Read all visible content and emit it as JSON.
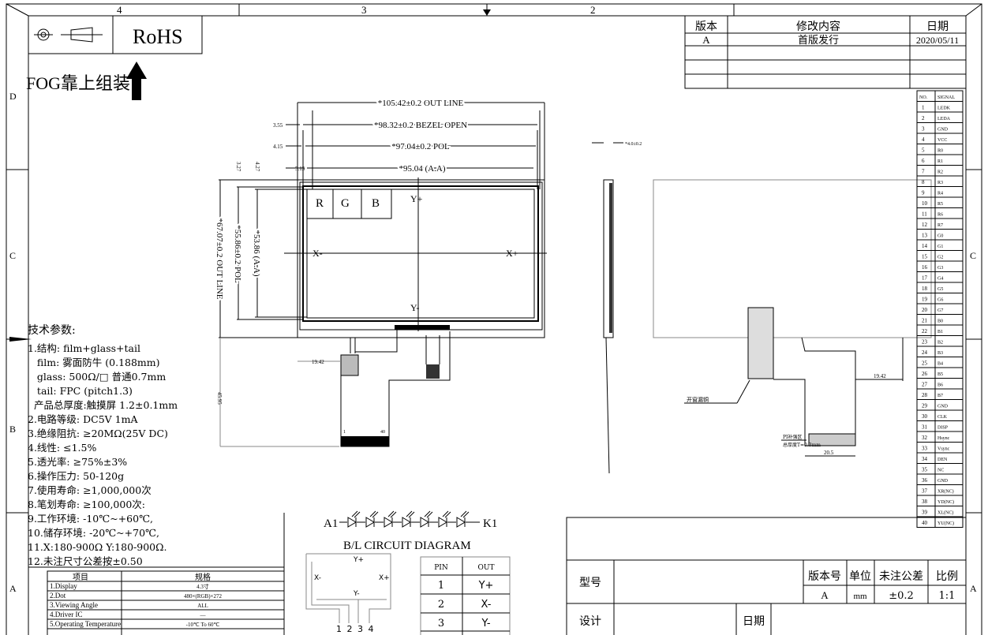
{
  "zones": {
    "top": [
      "4",
      "3",
      "2"
    ],
    "left": [
      "D",
      "C",
      "B",
      "A"
    ],
    "right": [
      "C",
      "A"
    ]
  },
  "header": {
    "rohs": "RoHS",
    "fog_note": "FOG靠上组装"
  },
  "revision_table": {
    "headers": [
      "版本",
      "修改内容",
      "日期"
    ],
    "rows": [
      [
        "A",
        "首版发行",
        "2020/05/11"
      ]
    ]
  },
  "dimensions": {
    "outline_w": "*105.42±0.2 OUT LINE",
    "bezel_w": "*98.32±0.2 BEZEL OPEN",
    "pol_w": "*97.04±0.2 POL",
    "aa_w": "*95.04 (A.A)",
    "off_355": "3.55",
    "off_415": "4.15",
    "off_515": "5.15",
    "off_327": "3.27",
    "off_427": "4.27",
    "outline_h": "*67.07±0.2 OUT LINE",
    "pol_h": "*55.86±0.2 POL",
    "aa_h": "*53.86 (A.A)",
    "fpc_left": "19.42",
    "fpc_len": "45.95",
    "thickness": "*4.0±0.2",
    "fpc_right": "19.42",
    "stiff_w": "20.5",
    "rgb": [
      "R",
      "G",
      "B"
    ],
    "axes": {
      "yp": "Y+",
      "ym": "Y-",
      "xm": "X-",
      "xp": "X+"
    },
    "fpc_pin1": "1",
    "fpc_pin40": "40",
    "label_window": "开窗漏铜",
    "label_pi": "PI补强区",
    "label_thick": "总厚度T=0.3mm"
  },
  "pin_table": {
    "headers": [
      "NO.",
      "SIGNAL"
    ],
    "signals": [
      "LEDK",
      "LEDA",
      "GND",
      "VCC",
      "R0",
      "R1",
      "R2",
      "R3",
      "R4",
      "R5",
      "R6",
      "R7",
      "G0",
      "G1",
      "G2",
      "G3",
      "G4",
      "G5",
      "G6",
      "G7",
      "B0",
      "B1",
      "B2",
      "B3",
      "B4",
      "B5",
      "B6",
      "B7",
      "GND",
      "CLK",
      "DISP",
      "Hsync",
      "Vsync",
      "DEN",
      "NC",
      "GND",
      "XR(NC)",
      "YD(NC)",
      "XL(NC)",
      "YU(NC)"
    ]
  },
  "tech_params": {
    "title": "技术参数:",
    "lines": [
      "1.结构: film+glass+tail",
      "   film: 雾面防牛 (0.188mm)",
      "   glass: 500Ω/□ 普通0.7mm",
      "   tail: FPC (pitch1.3)",
      "  产品总厚度:触摸屏 1.2±0.1mm",
      "2.电路等级: DC5V 1mA",
      "3.绝缘阻抗: ≥20MΩ(25V DC)",
      "4.线性: ≤1.5%",
      "5.透光率: ≥75%±3%",
      "6.操作压力: 50-120g",
      "7.使用寿命: ≥1,000,000次",
      "8.笔划寿命: ≥100,000次:",
      "9.工作环境: -10℃~+60℃,",
      "10.储存环境: -20℃~+70℃,",
      "11.X:180-900Ω Y:180-900Ω.",
      "12.未注尺寸公差按±0.50"
    ]
  },
  "spec_table": {
    "headers": [
      "项目",
      "规格"
    ],
    "rows": [
      [
        "1.Display",
        "4.3寸"
      ],
      [
        "2.Dot",
        "480×(RGB)×272"
      ],
      [
        "3.Viewing Angle",
        "ALL"
      ],
      [
        "4.Driver IC",
        "—"
      ],
      [
        "5.Operating Temperature",
        "-10℃ To 60℃"
      ]
    ]
  },
  "circuit": {
    "a1": "A1",
    "k1": "K1",
    "title": "B/L CIRCUIT DIAGRAM",
    "touch_labels": {
      "yp": "Y+",
      "xm": "X-",
      "xp": "X+",
      "ym": "Y-",
      "pins": "1 2 3 4"
    }
  },
  "touch_pin_table": {
    "headers": [
      "PIN",
      "OUT"
    ],
    "rows": [
      [
        "1",
        "Y+"
      ],
      [
        "2",
        "X-"
      ],
      [
        "3",
        "Y-"
      ]
    ]
  },
  "title_block": {
    "model_label": "型号",
    "design_label": "设计",
    "date_label": "日期",
    "headers": [
      "版本号",
      "单位",
      "未注公差",
      "比例"
    ],
    "values": [
      "A",
      "mm",
      "±0.2",
      "1:1"
    ]
  }
}
